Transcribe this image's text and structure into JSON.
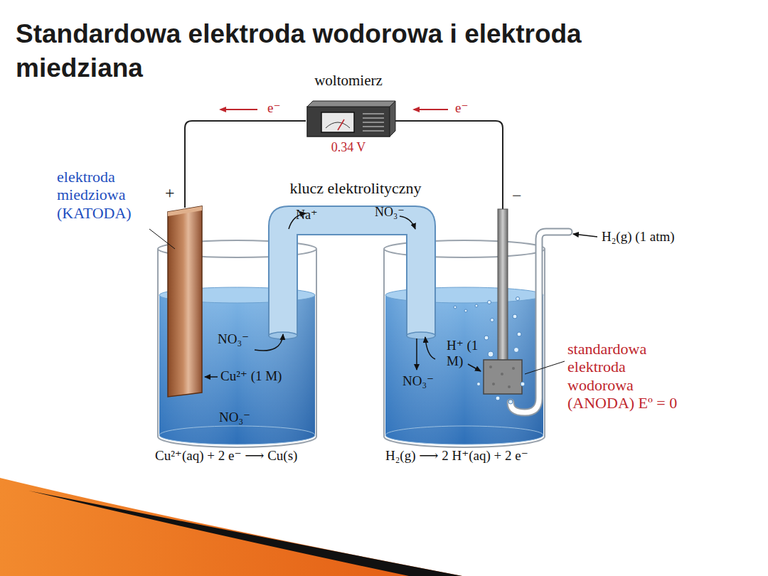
{
  "diagram": {
    "title": "Standardowa elektroda wodorowa i elektroda miedziana",
    "nodes": [
      {
        "text": [
          "woltomierz",
          "0.34 V"
        ]
      },
      {
        "text": [
          "klucz elektrolityczny",
          "Na⁺",
          "NO₃⁻"
        ]
      },
      {
        "text": [
          "NO₃⁻",
          "Cu²⁺ (1 M)",
          "NO₃⁻"
        ]
      },
      {
        "text": [
          "H⁺ (1 M)",
          "NO₃⁻"
        ]
      }
    ],
    "labels": [
      "e⁻",
      "e⁻",
      "+",
      "−",
      "elektroda miedziowa (KATODA)",
      "H₂(g) (1 atm)",
      "standardowa elektroda wodorowa (ANODA) Eº = 0",
      "Cu²⁺(aq) + 2 e⁻ ⟶ Cu(s)",
      "H₂(g) ⟶ 2 H⁺(aq) + 2 e⁻"
    ]
  }
}
